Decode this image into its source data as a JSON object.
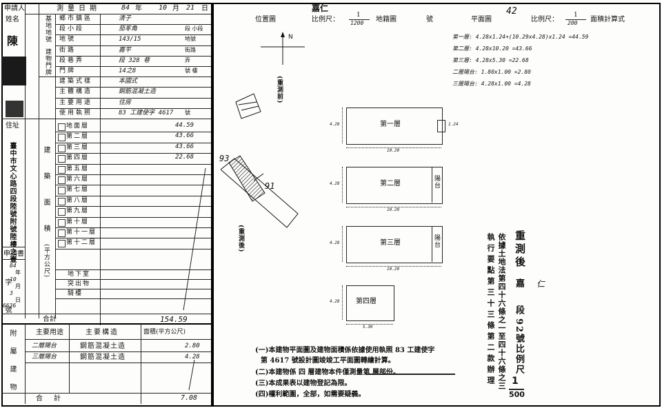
{
  "left": {
    "applicant_label": "申請人",
    "name_label": "姓名",
    "applicant_name": "陳",
    "header_survey_date": "測量日期",
    "survey_date": {
      "year": "84",
      "year_unit": "年",
      "month": "10",
      "month_unit": "月",
      "day": "21",
      "day_unit": "日"
    },
    "site_label": "基地地號",
    "building_no_label": "建物門牌",
    "rows": [
      {
        "label": "鄉市鎮區",
        "value": "清子",
        "unit": ""
      },
      {
        "label": "段小段",
        "value": "茄苳角",
        "unit": "段        小段"
      },
      {
        "label": "地號",
        "value": "143/15",
        "unit": "地號"
      },
      {
        "label": "街路",
        "value": "嘉平",
        "unit": "街路"
      },
      {
        "label": "段巷弄",
        "value": "段 328 巷",
        "unit": "弄"
      },
      {
        "label": "門牌",
        "value": "14之8",
        "unit": "號  樓"
      },
      {
        "label": "建築式樣",
        "value": "本國式",
        "unit": ""
      },
      {
        "label": "主體構造",
        "value": "鋼筋混凝土造",
        "unit": ""
      },
      {
        "label": "主要用途",
        "value": "住房",
        "unit": ""
      },
      {
        "label": "使用執照",
        "value": "83 工建使字 4617",
        "unit": "號"
      }
    ],
    "address_label": "住址",
    "address_value": "臺中市文心路四段陸號附號陸樓之壹",
    "area_section_label": "建築面積",
    "area_unit_label": "(平方公尺)",
    "floors": [
      {
        "name": "地面層",
        "area": "44.59"
      },
      {
        "name": "第二層",
        "area": "43.66"
      },
      {
        "name": "第三層",
        "area": "43.66"
      },
      {
        "name": "第四層",
        "area": "22.68"
      },
      {
        "name": "第五層",
        "area": ""
      },
      {
        "name": "第六層",
        "area": ""
      },
      {
        "name": "第七層",
        "area": ""
      },
      {
        "name": "第八層",
        "area": ""
      },
      {
        "name": "第九層",
        "area": ""
      },
      {
        "name": "第十層",
        "area": ""
      },
      {
        "name": "第十一層",
        "area": ""
      },
      {
        "name": "第十二層",
        "area": ""
      }
    ],
    "extra_rows": [
      "地下室",
      "突出物",
      "騎樓"
    ],
    "total_label": "合計",
    "total_value": "154.59",
    "date_label": "申請書",
    "date_parts": [
      "84",
      "年",
      "10",
      "月",
      "3",
      "日"
    ],
    "seq_label": "字號",
    "seq_value": "6636",
    "attached": {
      "side_label": "附屬建物",
      "header_use": "主要用途",
      "header_struct": "主要構造",
      "header_area": "面積(平方公尺)",
      "items": [
        {
          "use": "二層陽台",
          "struct": "鋼筋混凝土造",
          "area": "2.80"
        },
        {
          "use": "三層陽台",
          "struct": "鋼筋混凝土造",
          "area": "4.28"
        }
      ],
      "total_label": "合計",
      "total_value": "7.08"
    }
  },
  "right": {
    "title_top": "嘉仁",
    "location_label": "位置圖",
    "scale_label": "比例尺：",
    "scale_loc_num": "1",
    "scale_loc_den": "1200",
    "map_sheet_label": "地籍圖",
    "map_sheet_suffix": "號",
    "plan_label": "平面圖",
    "plan_no": "42",
    "scale_plan_num": "1",
    "scale_plan_den": "200",
    "area_calc_label": "面積計算式",
    "north": "N",
    "road_top": "(重測前)",
    "road_bottom": "(重測後)",
    "lot_a": "93",
    "lot_b": "91",
    "calc_lines": [
      "第一層: 4.28x1.24+(10.29x4.28)x1.24 =44.59",
      "第二層: 4.28x10.20 =43.66",
      "第三層: 4.28x5.30 =22.68",
      "二層陽台: 1.80x1.00 =2.80",
      "三層陽台: 4.28x1.00 =4.28"
    ],
    "plans": [
      {
        "label": "第一層",
        "dim_w": "10.20",
        "dim_h": "4.28",
        "side": "1.24"
      },
      {
        "label": "第二層",
        "dim_w": "10.20",
        "dim_h": "4.28",
        "side": "陽台"
      },
      {
        "label": "第三層",
        "dim_w": "10.20",
        "dim_h": "4.28",
        "side": "陽台"
      },
      {
        "label": "第四層",
        "dim_w": "5.30",
        "dim_h": "4.28",
        "side": ""
      }
    ],
    "vertical_note_1": "重測後",
    "vertical_note_2": "嘉段",
    "vertical_note_3": "仁",
    "vertical_note_4": "92號比例尺",
    "vertical_scale_1": "1",
    "vertical_scale_500": "500",
    "vertical_law_1": "依據土地法第四十六條之一至四十六條之三",
    "vertical_law_2": "執行要點第三十三條第二款辦理",
    "notes": [
      "(一)本建物平面圖及建物面積係依據使用執照 83 工建使字",
      "第 4617 號設計圖竣竣工平面圖轉繪計算。",
      "(二)本建物係    四   層建物本件僅測量第        層部份。",
      "(三)本成果表以建物登記為限。",
      "(四)權利範圍，全部，如需要疑義。"
    ]
  }
}
